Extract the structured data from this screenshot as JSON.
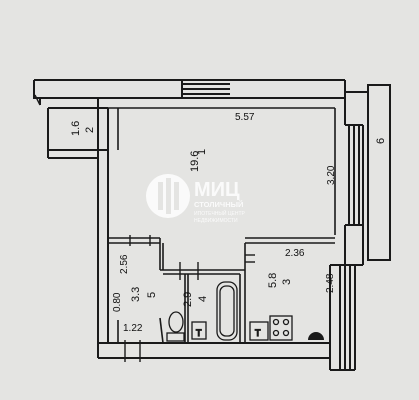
{
  "rooms": [
    {
      "number": "1",
      "area": "19.6"
    },
    {
      "number": "2",
      "area": "1.6"
    },
    {
      "number": "3",
      "area": "5.8"
    },
    {
      "number": "4",
      "area": "2.9"
    },
    {
      "number": "5",
      "area": "3.3"
    },
    {
      "number": "6",
      "area": ""
    }
  ],
  "dimensions": {
    "top_width": "5.57",
    "right_height": "3.20",
    "kitchen_width": "2.36",
    "kitchen_height": "2.48",
    "hall_width": "2.56",
    "hall_depth": "0.80",
    "hall_bottom": "1.22"
  },
  "watermark": {
    "brand": "МИЦ",
    "line1": "СТОЛИЧНЫЙ",
    "line2": "ИПОТЕЧНЫЙ ЦЕНТР",
    "line3": "НЕДВИЖИМОСТИ"
  },
  "colors": {
    "background": "#e4e4e2",
    "wall": "#1a1a1a",
    "watermark": "#ffffff"
  }
}
